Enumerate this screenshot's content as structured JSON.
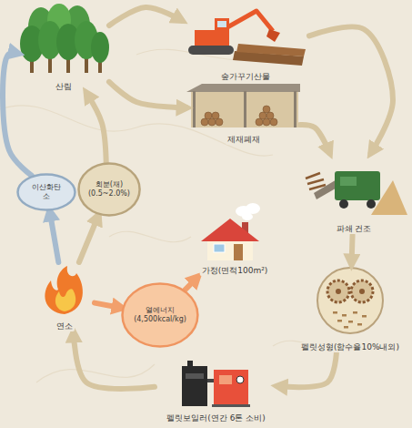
{
  "diagram": {
    "nodes": [
      {
        "text": [
          "산림"
        ]
      },
      {
        "text": [
          "숲가꾸기산물"
        ]
      },
      {
        "text": [
          "제재폐재"
        ]
      },
      {
        "text": [
          "파쇄 건조"
        ]
      },
      {
        "text": [
          "이산화탄소"
        ]
      },
      {
        "text": [
          "회분(재) (0.5~2.0%)"
        ]
      },
      {
        "text": [
          "가정(면적100m²)"
        ]
      },
      {
        "text": [
          "펠릿성형(함수율10%내외)"
        ]
      },
      {
        "text": [
          "연소"
        ]
      },
      {
        "text": [
          "열에너지 (4,500kcal/kg)"
        ]
      },
      {
        "text": [
          "펠릿보일러(연간 6톤 소비)"
        ]
      }
    ],
    "edges": [
      {
        "from": 0,
        "to": 1,
        "arrow": "to"
      },
      {
        "from": 0,
        "to": 2,
        "arrow": "to"
      },
      {
        "from": 1,
        "to": 3,
        "arrow": "to"
      },
      {
        "from": 2,
        "to": 3,
        "arrow": "to"
      },
      {
        "from": 3,
        "to": 7,
        "arrow": "to"
      },
      {
        "from": 7,
        "to": 10,
        "arrow": "to"
      },
      {
        "from": 10,
        "to": 8,
        "arrow": "to"
      },
      {
        "from": 8,
        "to": 9,
        "arrow": "to"
      },
      {
        "from": 9,
        "to": 6,
        "arrow": "to"
      },
      {
        "from": 8,
        "to": 4,
        "arrow": "to"
      },
      {
        "from": 8,
        "to": 5,
        "arrow": "to"
      },
      {
        "from": 5,
        "to": 0,
        "arrow": "to"
      },
      {
        "from": 4,
        "to": 0,
        "arrow": "to"
      }
    ]
  }
}
